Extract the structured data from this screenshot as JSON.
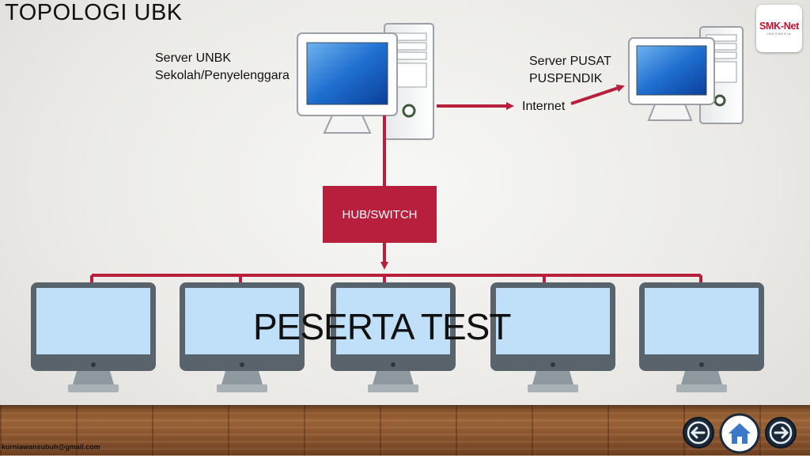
{
  "title": "TOPOLOGI UBK",
  "server_unbk": {
    "line1": "Server UNBK",
    "line2": "Sekolah/Penyelenggara"
  },
  "server_pusat": {
    "line1": "Server PUSAT",
    "line2": "PUSPENDIK"
  },
  "internet_label": "Internet",
  "hub_label": "HUB/SWITCH",
  "clients_label": "PESERTA TEST",
  "logo": {
    "brand": "SMK-Net",
    "sub": "INDONESIA"
  },
  "email": "kurniawansubuh@gmail.com",
  "nav": {
    "prev": "prev-arrow-icon",
    "home": "home-icon",
    "next": "next-arrow-icon"
  },
  "colors": {
    "link": "#b71f3c",
    "screen": "#bfe0f8",
    "bezel": "#58636b"
  }
}
